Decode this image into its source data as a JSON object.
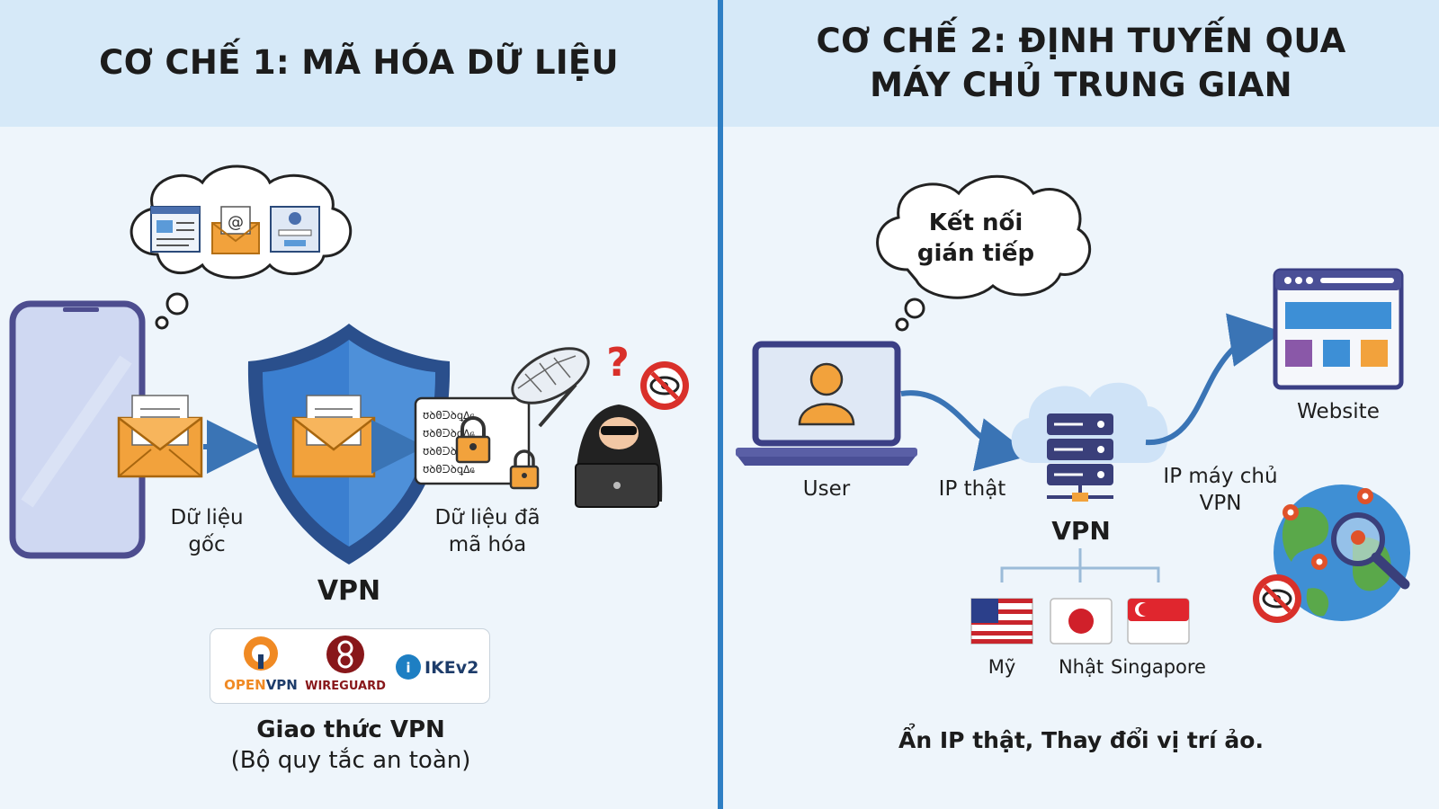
{
  "left": {
    "title": "CƠ CHẾ 1: MÃ HÓA DỮ LIỆU",
    "original_data_label": "Dữ liệu gốc",
    "encrypted_data_label": "Dữ liệu đã mã hóa",
    "vpn_label": "VPN",
    "cipher_text": "ʊꝺΘᑓꝺꝗ∆ҩ",
    "protocols": [
      "OPENVPN",
      "WIREGUARD",
      "IKEv2"
    ],
    "protocol_caption": "Giao thức VPN",
    "protocol_subcaption": "(Bộ quy tắc an toàn)"
  },
  "right": {
    "title_line1": "CƠ CHẾ 2: ĐỊNH TUYẾN QUA",
    "title_line2": "MÁY CHỦ TRUNG GIAN",
    "thought_bubble": "Kết nối gián tiếp",
    "user_label": "User",
    "real_ip_label": "IP thật",
    "vpn_label": "VPN",
    "server_ip_label": "IP máy chủ VPN",
    "website_label": "Website",
    "countries": [
      "Mỹ",
      "Nhật",
      "Singapore"
    ],
    "footer": "Ẩn IP thật, Thay đổi vị trí ảo."
  },
  "colors": {
    "header_bg": "#d6e9f8",
    "divider": "#2f7fc4",
    "panel_bg": "#eef5fb",
    "shield_outer": "#2a4f8c",
    "shield_inner": "#3b7fd0",
    "envelope": "#f2a23c",
    "arrow": "#3a74b5",
    "phone": "#4d4d8f",
    "danger": "#d9302a"
  },
  "icons": [
    "phone-icon",
    "envelope-icon",
    "shield-icon",
    "padlock-icon",
    "net-icon",
    "hacker-icon",
    "question-icon",
    "no-eye-icon",
    "laptop-icon",
    "user-icon",
    "cloud-icon",
    "server-icon",
    "website-icon",
    "globe-icon",
    "magnifier-icon",
    "us-flag-icon",
    "japan-flag-icon",
    "singapore-flag-icon"
  ]
}
